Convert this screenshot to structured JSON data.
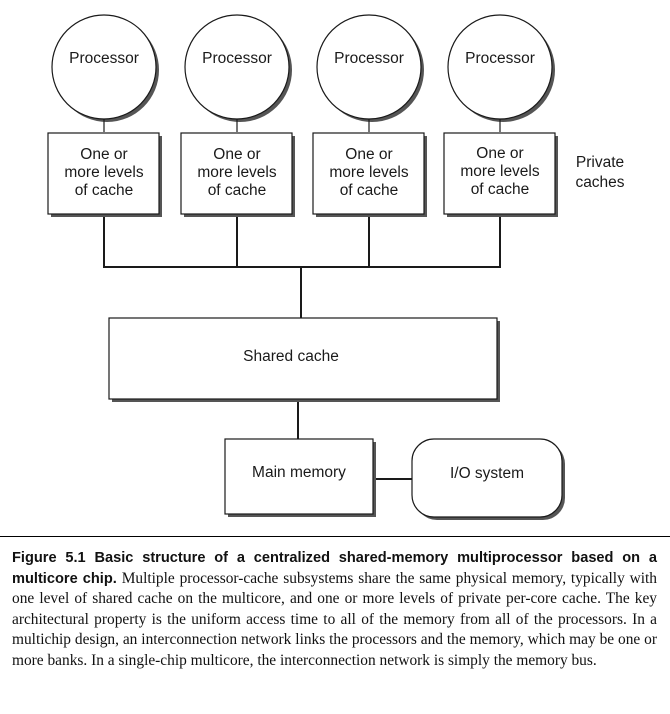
{
  "diagram": {
    "processors": [
      {
        "label": "Processor"
      },
      {
        "label": "Processor"
      },
      {
        "label": "Processor"
      },
      {
        "label": "Processor"
      }
    ],
    "private_caches": [
      {
        "lines": [
          "One or",
          "more levels",
          "of cache"
        ]
      },
      {
        "lines": [
          "One or",
          "more levels",
          "of cache"
        ]
      },
      {
        "lines": [
          "One or",
          "more levels",
          "of cache"
        ]
      },
      {
        "lines": [
          "One or",
          "more levels",
          "of cache"
        ]
      }
    ],
    "private_caches_label": [
      "Private",
      "caches"
    ],
    "shared_cache_label": "Shared cache",
    "main_memory_label": "Main memory",
    "io_system_label": "I/O system"
  },
  "caption": {
    "lead": "Figure 5.1  Basic structure of a centralized shared-memory multiprocessor based on a multicore chip.",
    "body": " Multiple processor-cache subsystems share the same physical memory, typically with one level of shared cache on the multicore, and one or more levels of private per-core cache. The key architectural property is the uniform access time to all of the memory from all of the processors. In a multichip design, an interconnection network links the processors and the memory, which may be one or more banks. In a single-chip multicore, the interconnection network is simply the memory bus."
  }
}
